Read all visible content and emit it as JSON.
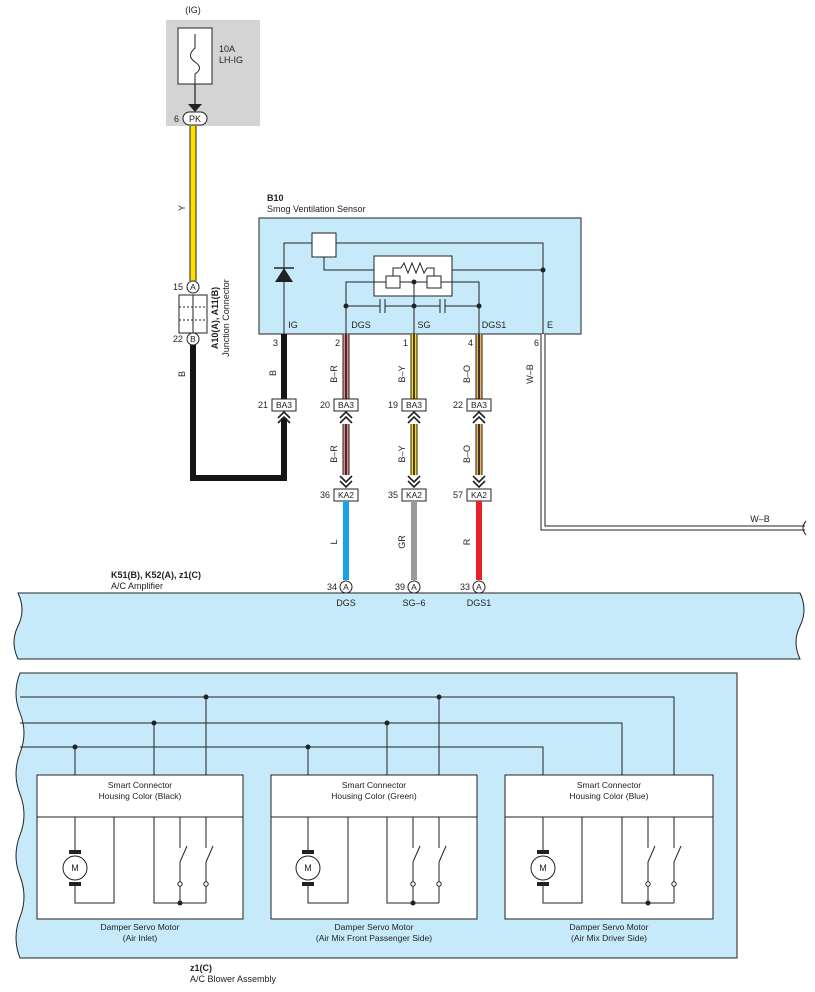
{
  "ig_label": "(IG)",
  "fuse": {
    "amp": "10A",
    "name": "LH-IG"
  },
  "pk": {
    "pin": "6",
    "code": "PK"
  },
  "wire_colors": {
    "Y": "#ffe000",
    "B": "#151515",
    "BR": "#e58a8a",
    "BY": "#ffe000",
    "BO": "#f2b35a",
    "L": "#1aa3e0",
    "GR": "#9a9a9a",
    "R": "#e8202b",
    "WB": "#ffffff"
  },
  "wire_labels": {
    "y": "Y",
    "b_junction": "B",
    "b_ig": "B",
    "br_top": "B–R",
    "by_top": "B–Y",
    "bo_top": "B–O",
    "br_mid": "B–R",
    "by_mid": "B–Y",
    "bo_mid": "B–O",
    "l": "L",
    "gr": "GR",
    "r": "R",
    "wb_vert": "W–B",
    "wb_horiz": "W–B"
  },
  "junction": {
    "code": "A10(A), A11(B)",
    "name": "Junction Connector",
    "pin_a": "15",
    "pin_a_code": "A",
    "pin_b": "22",
    "pin_b_code": "B"
  },
  "sensor": {
    "code": "B10",
    "name": "Smog Ventilation Sensor",
    "terminals": {
      "ig": "IG",
      "dgs": "DGS",
      "sg": "SG",
      "dgs1": "DGS1",
      "e": "E"
    },
    "pins": {
      "ig": "3",
      "dgs": "2",
      "sg": "1",
      "dgs1": "4",
      "e": "6"
    }
  },
  "ba3": {
    "code": "BA3",
    "pin_ig": "21",
    "pin_dgs": "20",
    "pin_sg": "19",
    "pin_dgs1": "22"
  },
  "ka2": {
    "code": "KA2",
    "pin_dgs": "36",
    "pin_sg": "35",
    "pin_dgs1": "57"
  },
  "amplifier": {
    "code": "K51(B), K52(A), z1(C)",
    "name": "A/C Amplifier",
    "pin_dgs": "34",
    "pin_sg": "39",
    "pin_dgs1": "33",
    "conn": "A",
    "term_dgs": "DGS",
    "term_sg": "SG–6",
    "term_dgs1": "DGS1"
  },
  "blower": {
    "code": "z1(C)",
    "name": "A/C Blower Assembly",
    "motor_symbol": "M",
    "motors": [
      {
        "connector_line1": "Smart Connector",
        "connector_line2": "Housing Color (Black)",
        "name_line1": "Damper Servo Motor",
        "name_line2": "(Air Inlet)"
      },
      {
        "connector_line1": "Smart Connector",
        "connector_line2": "Housing Color (Green)",
        "name_line1": "Damper Servo Motor",
        "name_line2": "(Air Mix Front Passenger Side)"
      },
      {
        "connector_line1": "Smart Connector",
        "connector_line2": "Housing Color (Blue)",
        "name_line1": "Damper Servo Motor",
        "name_line2": "(Air Mix Driver Side)"
      }
    ]
  }
}
